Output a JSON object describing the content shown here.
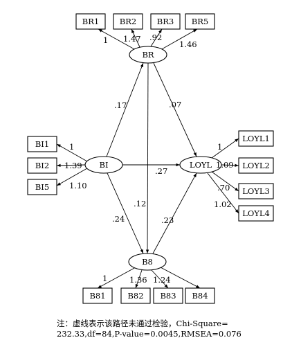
{
  "nodes": {
    "BR1": "BR1",
    "BR2": "BR2",
    "BR3": "BR3",
    "BR5": "BR5",
    "BR": "BR",
    "BI1": "BI1",
    "BI2": "BI2",
    "BI5": "BI5",
    "BI": "BI",
    "LOYL": "LOYL",
    "LOYL1": "LOYL1",
    "LOYL2": "LOYL2",
    "LOYL3": "LOYL3",
    "LOYL4": "LOYL4",
    "B8": "B8",
    "B81": "B81",
    "B82": "B82",
    "B83": "B83",
    "B84": "B84"
  },
  "edges": [
    {
      "id": "br-br1",
      "label": "1"
    },
    {
      "id": "br-br2",
      "label": "1.47"
    },
    {
      "id": "br-br3",
      "label": ".92"
    },
    {
      "id": "br-br5",
      "label": "1.46"
    },
    {
      "id": "bi-br",
      "label": ".17"
    },
    {
      "id": "br-loyl",
      "label": ".07"
    },
    {
      "id": "bi-bi1",
      "label": "1"
    },
    {
      "id": "bi-bi2",
      "label": "1.39"
    },
    {
      "id": "bi-bi5",
      "label": "1.10"
    },
    {
      "id": "bi-loyl",
      "label": ".27"
    },
    {
      "id": "br-b8",
      "label": ".12"
    },
    {
      "id": "bi-b8",
      "label": ".24"
    },
    {
      "id": "b8-loyl",
      "label": ".23"
    },
    {
      "id": "loyl-loyl1",
      "label": "1"
    },
    {
      "id": "loyl-loyl2",
      "label": "1.09"
    },
    {
      "id": "loyl-loyl3",
      "label": ".70"
    },
    {
      "id": "loyl-loyl4",
      "label": "1.02"
    },
    {
      "id": "b8-b81",
      "label": "1"
    },
    {
      "id": "b8-b82",
      "label": "1.36"
    },
    {
      "id": "b8-b83",
      "label": "1.24"
    },
    {
      "id": "b8-b84",
      "label": ""
    }
  ],
  "note": {
    "line1": "注：虚线表示该路径未通过检验，Chi-Square=",
    "line2": "232.33,df=84,P-value=0.0045,RMSEA=0.076"
  }
}
